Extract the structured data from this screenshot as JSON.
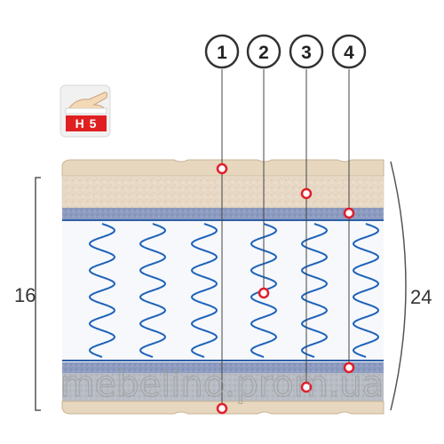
{
  "firmness_badge": {
    "label": "H 5",
    "icon": "hand-press-icon",
    "color": "#e02020"
  },
  "callouts": [
    {
      "number": "1"
    },
    {
      "number": "2"
    },
    {
      "number": "3"
    },
    {
      "number": "4"
    }
  ],
  "dimensions": {
    "core_height": "16",
    "total_height": "24"
  },
  "watermark": "mebelino.prom.ua",
  "colors": {
    "top_cover": "#e6d5bb",
    "felt_layer": "#e9dccb",
    "blue_felt": "#9aa6c4",
    "spring": "#1f63b8",
    "marker": "#e01e2b"
  }
}
